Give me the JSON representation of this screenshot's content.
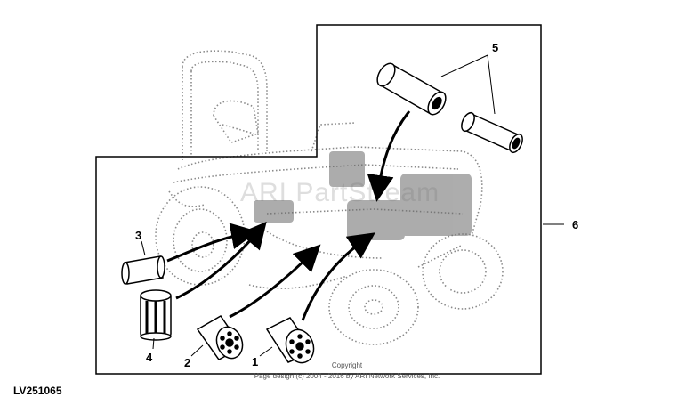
{
  "figure_id": "LV251065",
  "watermark": "ARI PartStream",
  "copyright_line1": "Copyright",
  "copyright_line2": "Page design (c) 2004 - 2016 by ARI Network Services, Inc.",
  "callouts": {
    "c1": "1",
    "c2": "2",
    "c3": "3",
    "c4": "4",
    "c5": "5",
    "c6": "6"
  }
}
